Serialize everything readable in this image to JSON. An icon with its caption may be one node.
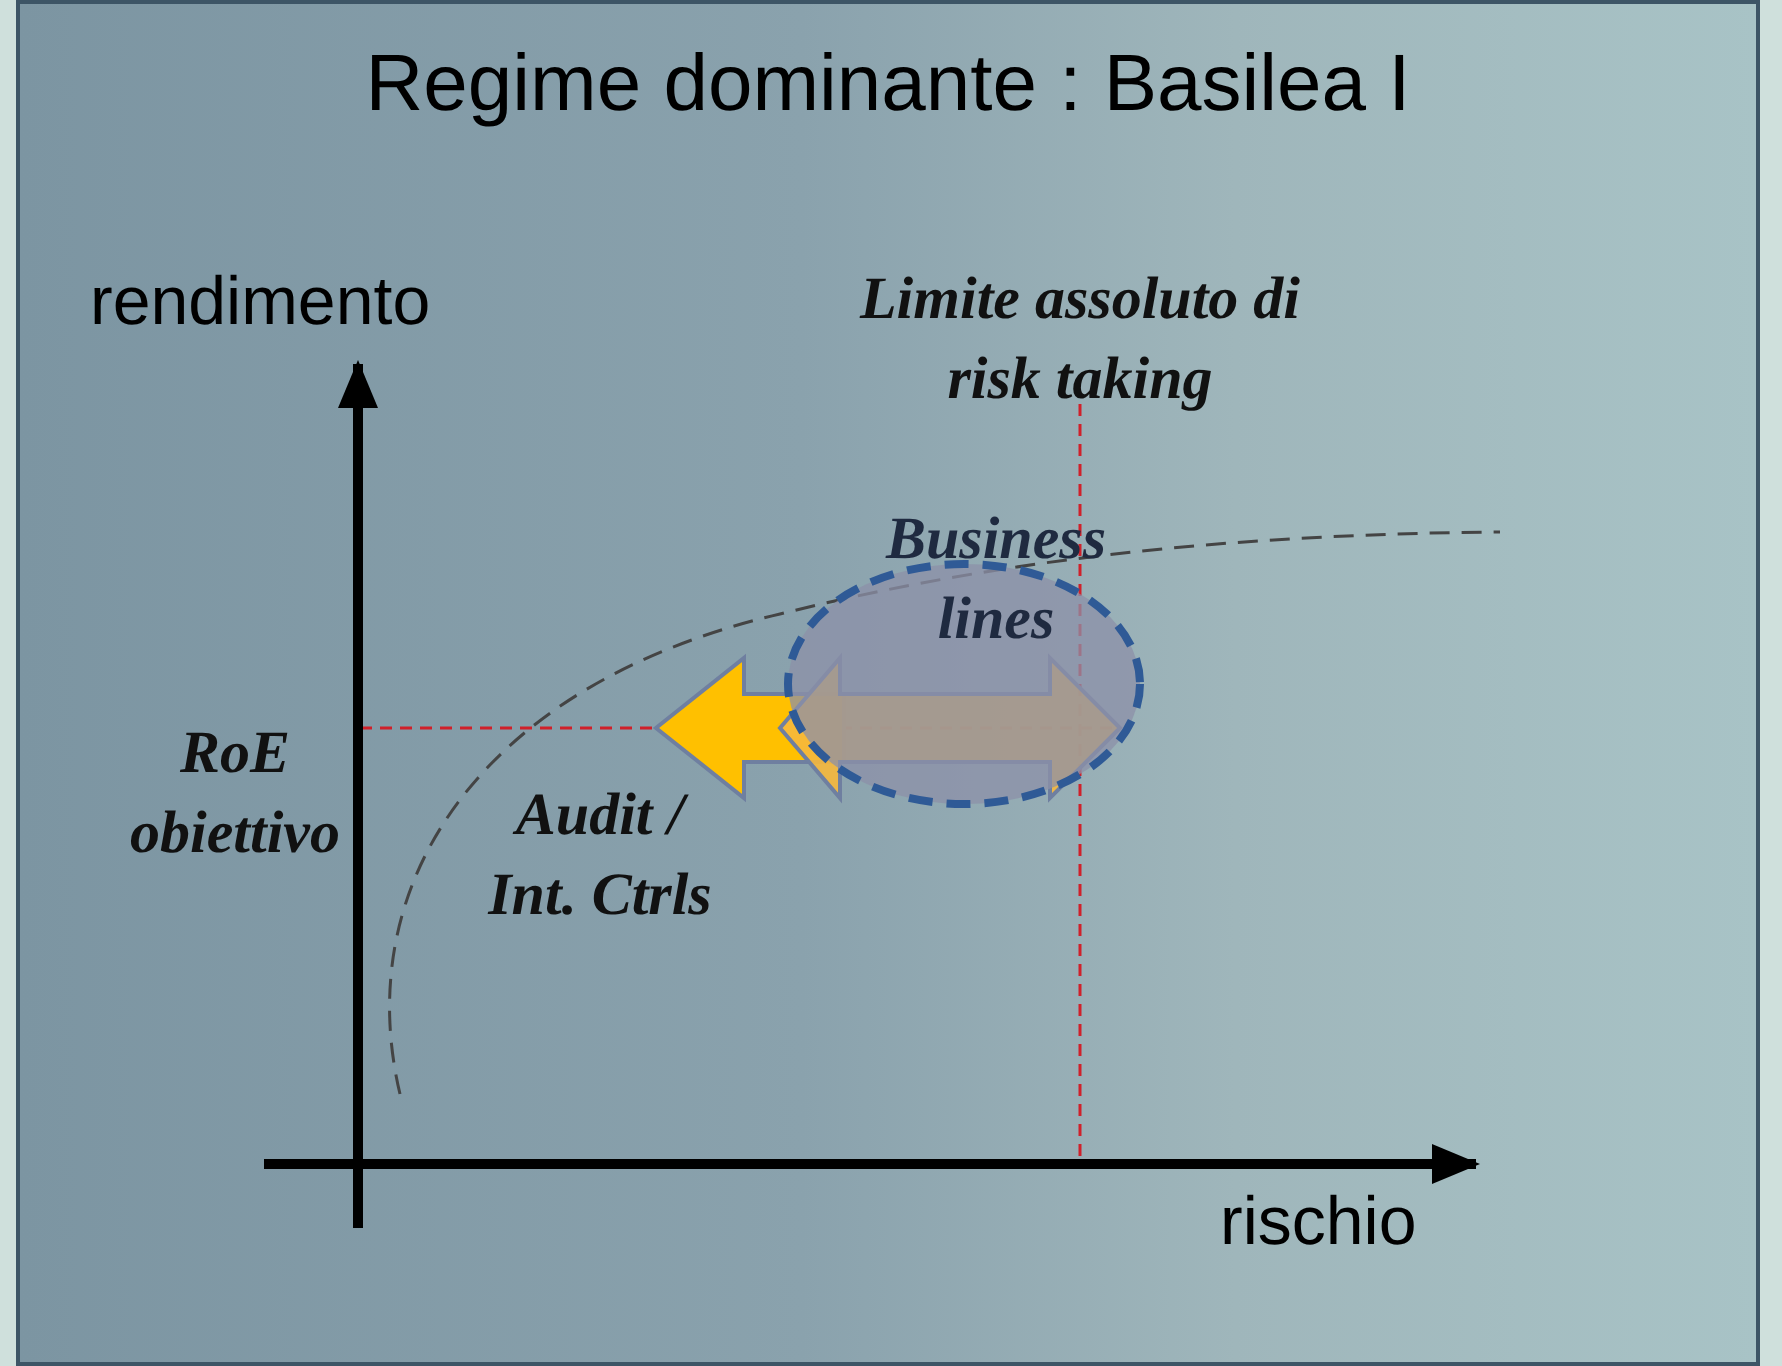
{
  "diagram": {
    "title": "Regime dominante : Basilea I",
    "nodes": [
      {
        "text": [
          "Business lines"
        ]
      }
    ],
    "labels": [
      "rendimento",
      "Limite assoluto di risk taking",
      "RoE obiettivo",
      "Audit / Int. Ctrls",
      "rischio"
    ]
  }
}
